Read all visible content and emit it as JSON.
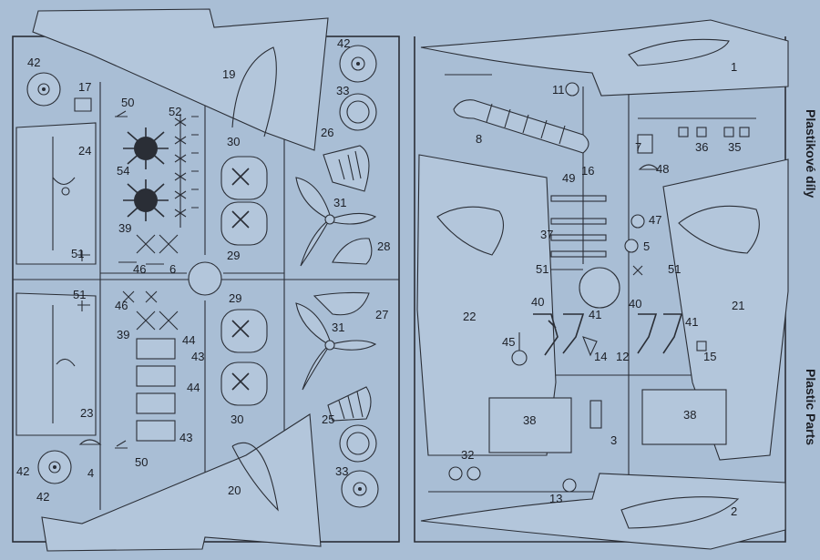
{
  "side_labels": {
    "czech": "Plastikové díly",
    "english": "Plastic Parts"
  },
  "labels": {
    "p42a": "42",
    "p17": "17",
    "p50a": "50",
    "p52": "52",
    "p19": "19",
    "p42b": "42",
    "p33a": "33",
    "p24": "24",
    "p54": "54",
    "p30a": "30",
    "p26": "26",
    "p39a": "39",
    "p31a": "31",
    "p29a": "29",
    "p28": "28",
    "p51a": "51",
    "p46a": "46",
    "p6": "6",
    "p51b": "51",
    "p46b": "46",
    "p29b": "29",
    "p27": "27",
    "p39b": "39",
    "p31b": "31",
    "p44a": "44",
    "p43a": "43",
    "p44b": "44",
    "p30b": "30",
    "p25": "25",
    "p23": "23",
    "p43b": "43",
    "p42c": "42",
    "p4": "4",
    "p50b": "50",
    "p33b": "33",
    "p20": "20",
    "p42d": "42",
    "p1": "1",
    "p11": "11",
    "p8": "8",
    "p7": "7",
    "p36": "36",
    "p35": "35",
    "p48": "48",
    "p16": "16",
    "p49": "49",
    "p47": "47",
    "p37": "37",
    "p5": "5",
    "p51c": "51",
    "p51d": "51",
    "p40a": "40",
    "p41a": "41",
    "p40b": "40",
    "p41b": "41",
    "p22": "22",
    "p21": "21",
    "p45": "45",
    "p14": "14",
    "p12": "12",
    "p15": "15",
    "p38a": "38",
    "p38b": "38",
    "p3": "3",
    "p32": "32",
    "p13": "13",
    "p2": "2"
  }
}
